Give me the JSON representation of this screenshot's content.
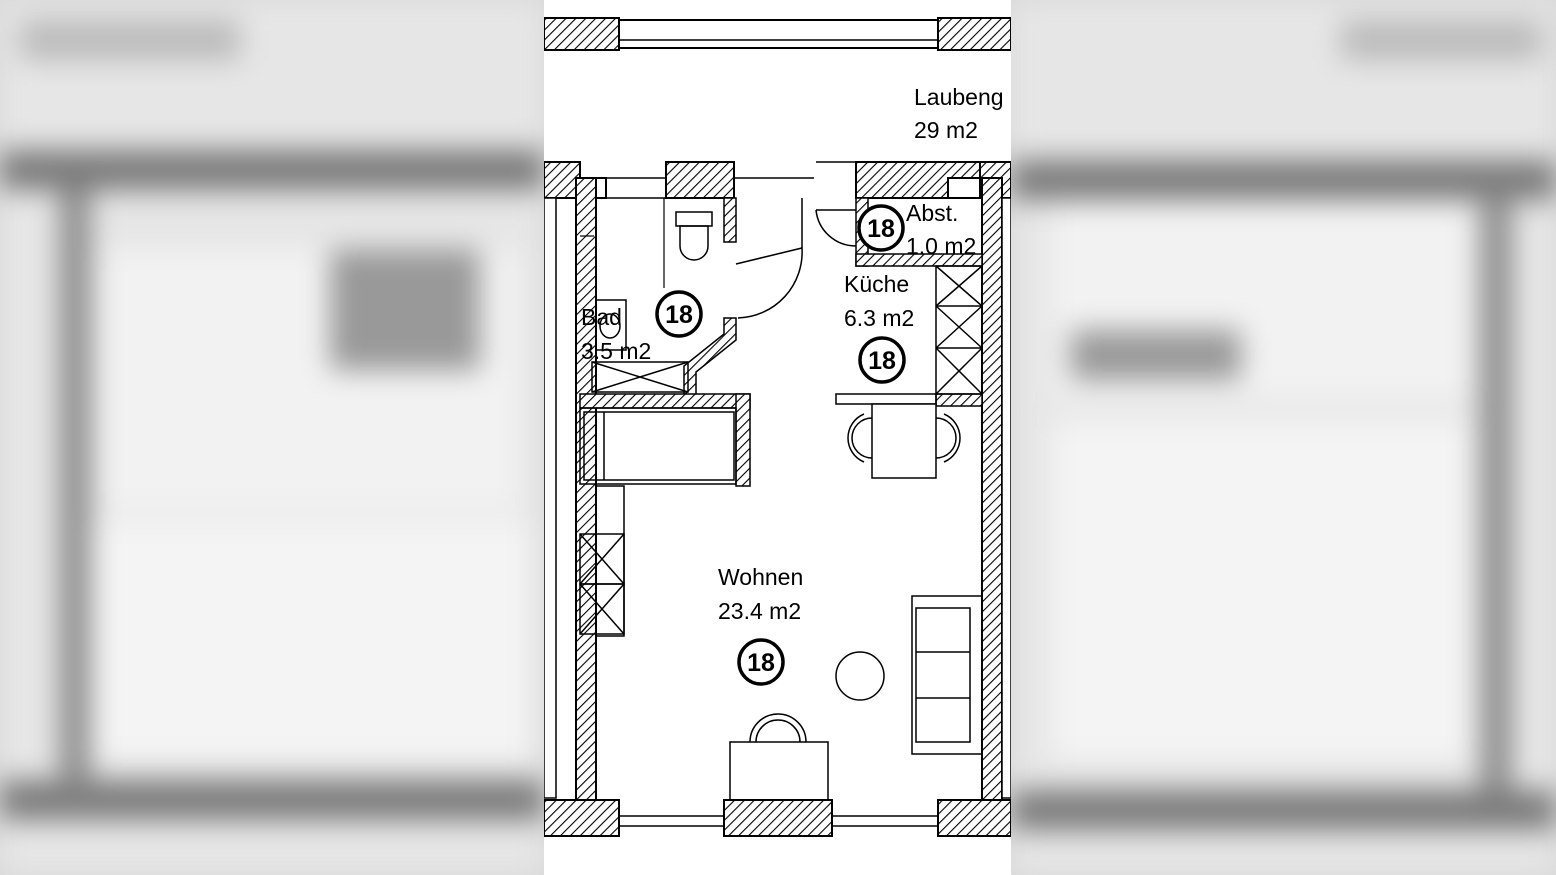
{
  "rooms": {
    "laubengang": {
      "name": "Laubeng",
      "area": "29 m2"
    },
    "abstell": {
      "name": "Abst.",
      "area": "1.0 m2"
    },
    "kueche": {
      "name": "Küche",
      "area": "6.3 m2"
    },
    "bad": {
      "name": "Bad",
      "area": "3.5 m2"
    },
    "wohnen": {
      "name": "Wohnen",
      "area": "23.4 m2"
    }
  },
  "markers": {
    "abstell": "18",
    "bad": "18",
    "kueche": "18",
    "wohnen": "18"
  },
  "colors": {
    "line": "#000000",
    "background": "#ffffff",
    "blur_side": "#d9d9d9"
  }
}
